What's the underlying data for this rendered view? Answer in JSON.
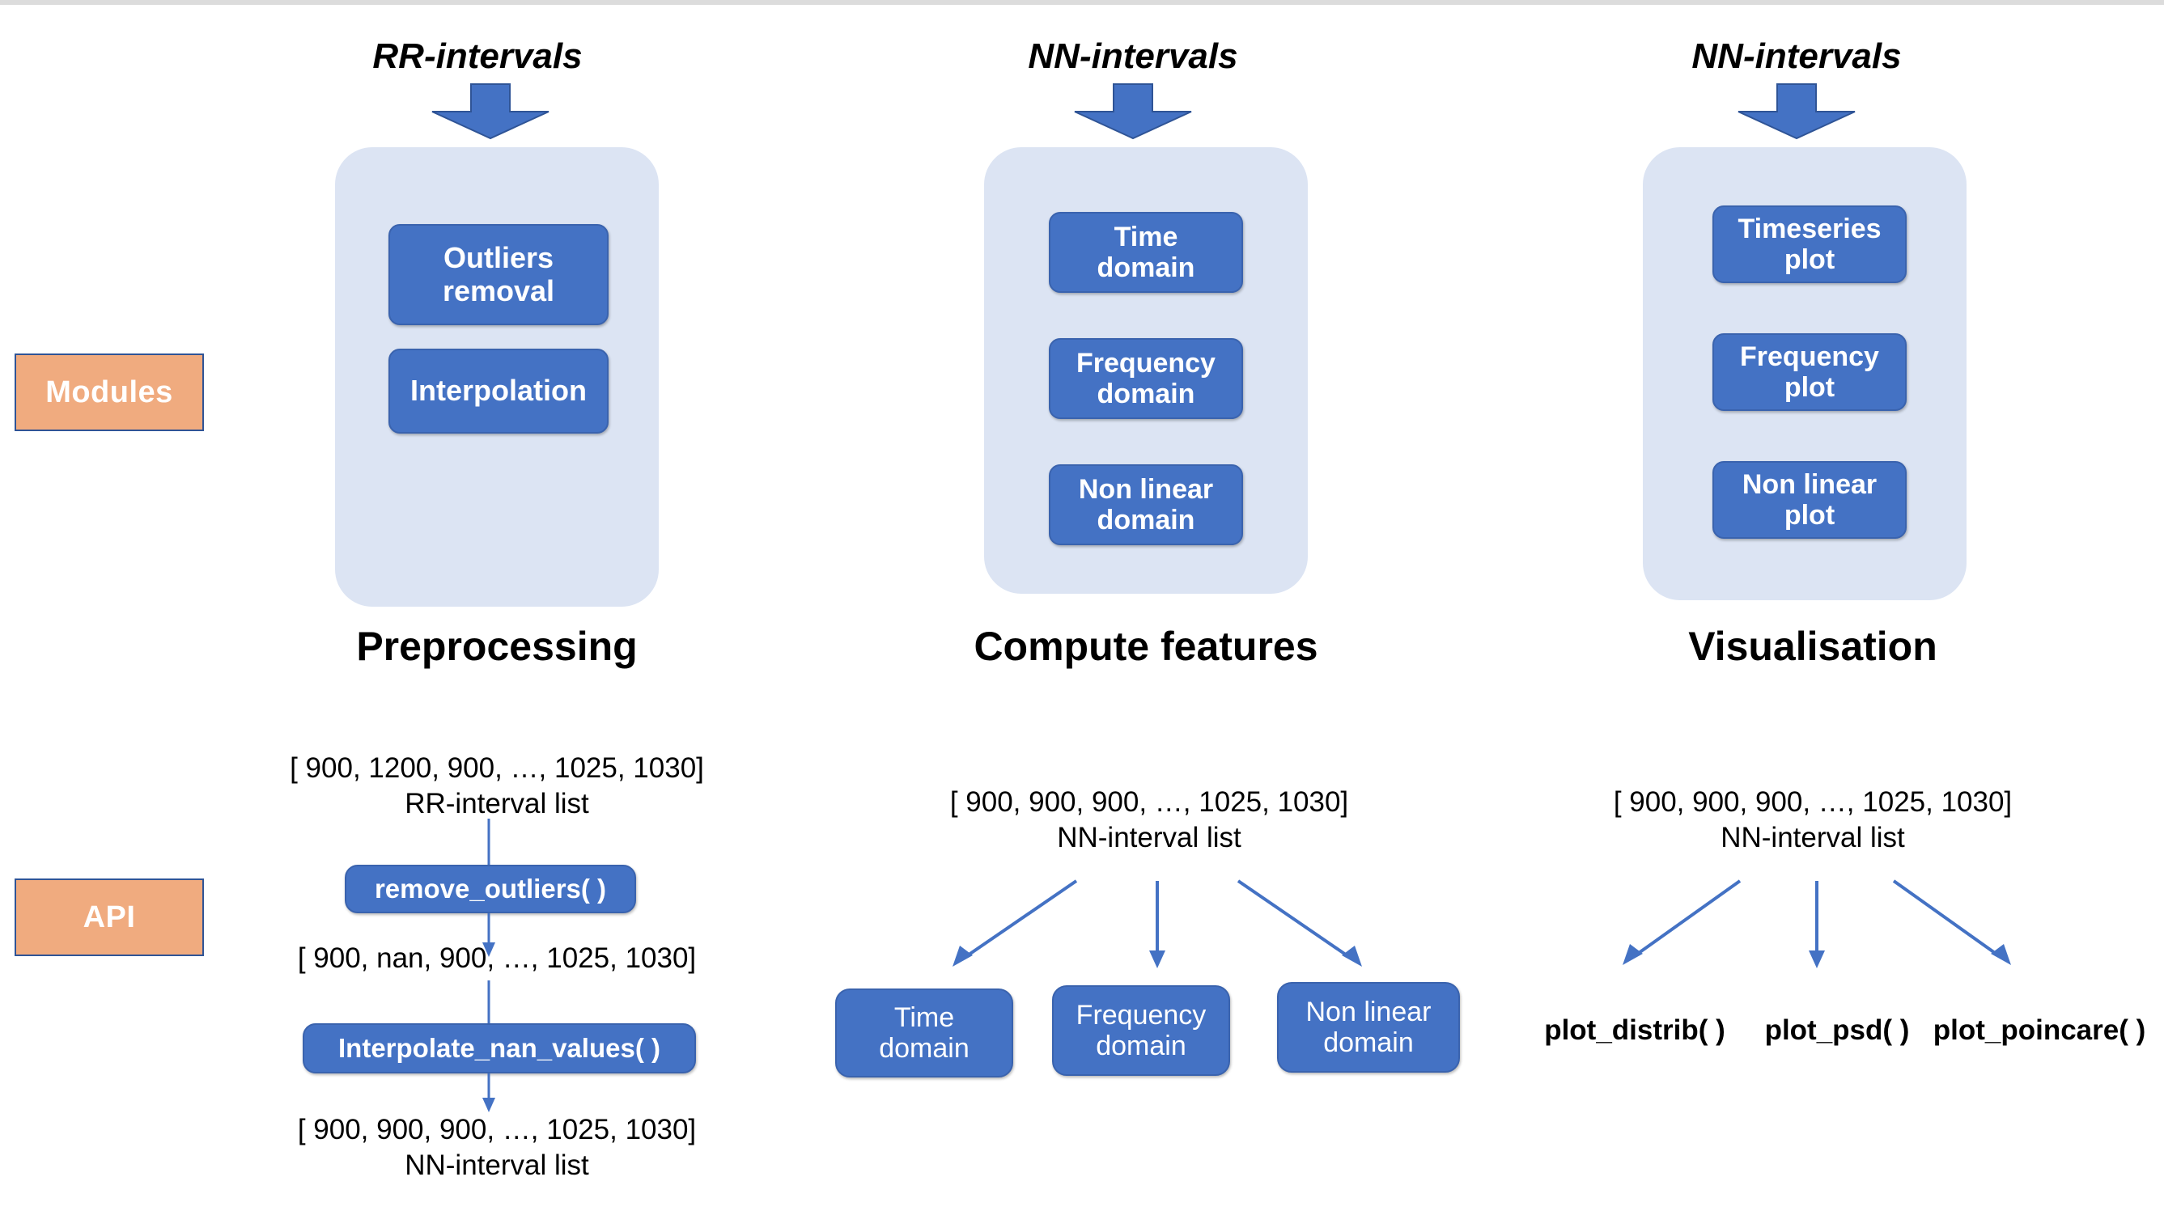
{
  "colors": {
    "chip_blue": "#4472C4",
    "panel_light_blue": "#DCE4F3",
    "badge_orange": "#F0AB7F",
    "badge_border_blue": "#2F5496",
    "arrow_blue": "#4472C4",
    "text_black": "#000000",
    "spell_underline_red": "#E8453C",
    "page_background": "#FFFFFF"
  },
  "row_labels": {
    "modules": "Modules",
    "api": "API"
  },
  "columns": [
    {
      "id": "preprocessing",
      "input_label": "RR-intervals",
      "arrow_icon": "down-block-arrow-icon",
      "caption": "Preprocessing",
      "chips": [
        {
          "id": "outliers-removal",
          "lines": [
            "Outliers",
            "removal"
          ]
        },
        {
          "id": "interpolation",
          "lines": [
            "Interpolation"
          ]
        }
      ]
    },
    {
      "id": "compute-features",
      "input_label": "NN-intervals",
      "arrow_icon": "down-block-arrow-icon",
      "caption": "Compute features",
      "chips": [
        {
          "id": "time-domain",
          "lines": [
            "Time",
            "domain"
          ]
        },
        {
          "id": "frequency-domain",
          "lines": [
            "Frequency",
            "domain"
          ]
        },
        {
          "id": "non-linear-domain",
          "lines": [
            "Non linear",
            "domain"
          ]
        }
      ]
    },
    {
      "id": "visualisation",
      "input_label": "NN-intervals",
      "arrow_icon": "down-block-arrow-icon",
      "caption": "Visualisation",
      "chips": [
        {
          "id": "timeseries-plot",
          "lines": [
            "Timeseries",
            "plot"
          ]
        },
        {
          "id": "frequency-plot",
          "lines": [
            "Frequency",
            "plot"
          ]
        },
        {
          "id": "non-linear-plot",
          "lines": [
            "Non linear",
            "plot"
          ]
        }
      ]
    }
  ],
  "api": {
    "preprocessing": {
      "input_list": "[ 900, 1200, 900, …, 1025, 1030]",
      "input_list_caption": "RR-interval list",
      "step1_function": "remove_outliers( )",
      "intermediate_list": "[ 900, nan, 900, …, 1025, 1030]",
      "step2_function": "Interpolate_nan_values( )",
      "output_list": "[ 900, 900, 900, …, 1025, 1030]",
      "output_list_caption": "NN-interval list"
    },
    "compute_features": {
      "input_list": "[ 900, 900, 900, …, 1025, 1030]",
      "input_list_caption": "NN-interval list",
      "outputs": [
        {
          "id": "time-domain",
          "lines": [
            "Time",
            "domain"
          ]
        },
        {
          "id": "frequency-domain",
          "lines": [
            "Frequency",
            "domain"
          ]
        },
        {
          "id": "non-linear-domain",
          "lines": [
            "Non linear",
            "domain"
          ]
        }
      ]
    },
    "visualisation": {
      "input_list": "[ 900, 900, 900, …, 1025, 1030]",
      "input_list_caption": "NN-interval list",
      "functions": [
        {
          "id": "plot-distrib",
          "label": "plot_distrib( )"
        },
        {
          "id": "plot-psd",
          "label": "plot_psd( )"
        },
        {
          "id": "plot-poincare",
          "label": "plot_poincare( )"
        }
      ]
    }
  }
}
